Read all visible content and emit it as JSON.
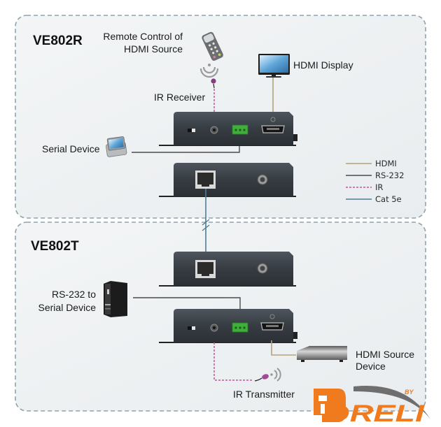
{
  "receiver": {
    "title": "VE802R",
    "remote_label_line1": "Remote Control of",
    "remote_label_line2": "HDMI Source",
    "display_label": "HDMI Display",
    "ir_receiver_label": "IR Receiver",
    "serial_device_label": "Serial Device"
  },
  "transmitter": {
    "title": "VE802T",
    "serial_label_line1": "RS-232 to",
    "serial_label_line2": "Serial Device",
    "source_label_line1": "HDMI Source",
    "source_label_line2": "Device",
    "ir_transmitter_label": "IR Transmitter"
  },
  "legend": {
    "items": [
      {
        "label": "HDMI",
        "color": "#b3a27a",
        "style": "solid"
      },
      {
        "label": "RS-232",
        "color": "#4a4a4a",
        "style": "solid"
      },
      {
        "label": "IR",
        "color": "#c2569a",
        "style": "dashed"
      },
      {
        "label": "Cat 5e",
        "color": "#4d7c96",
        "style": "solid"
      }
    ]
  },
  "colors": {
    "hdmi": "#b3a27a",
    "rs232": "#4a4a4a",
    "ir": "#c2569a",
    "cat5e": "#4d7c96",
    "box_border": "#8fa3ad",
    "device_body": "#3c4248",
    "terminal_green": "#3fae3a",
    "logo_orange": "#f07a1e"
  },
  "logo": {
    "text": "DRELI",
    "by": "BY"
  }
}
